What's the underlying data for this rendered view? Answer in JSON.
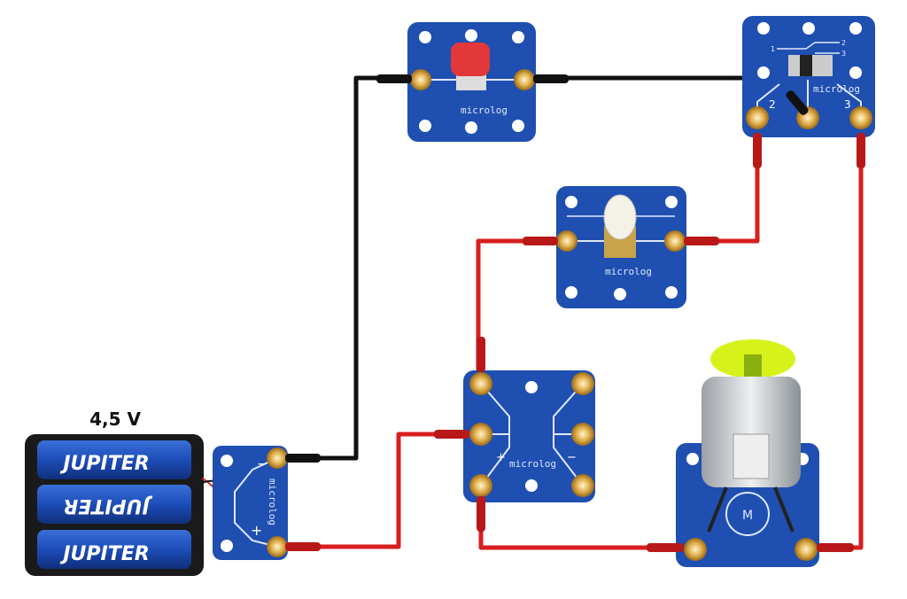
{
  "title": "Circuit diagram with battery, push button, switch, bulb, node board and motor",
  "battery": {
    "voltage_label": "4,5 V",
    "brand": "JUPITER",
    "plus": "+",
    "minus": "−"
  },
  "brand_label": "microlog",
  "switch": {
    "pos1": "1",
    "pos2": "2",
    "pos3": "3"
  },
  "node": {
    "plus": "+",
    "minus": "−"
  },
  "motor": {
    "symbol": "M"
  },
  "colors": {
    "board": "#1f4fb0",
    "wire_red": "#d81e1e",
    "wire_black": "#111111",
    "button": "#e2383a",
    "fan": "#d7f21b",
    "terminal": "#d9a641"
  }
}
